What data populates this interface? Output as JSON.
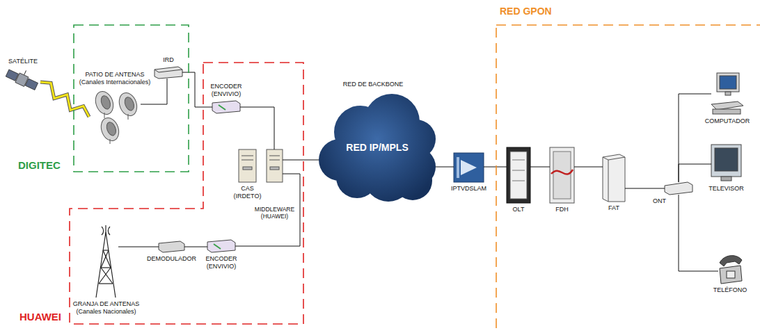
{
  "diagram": {
    "nodes": [
      {
        "text": [
          "SATÉLITE"
        ]
      },
      {
        "text": [
          "DIGITEC"
        ]
      },
      {
        "text": [
          "PATIO DE ANTENAS (Canales Internacionales)"
        ],
        "in": 1
      },
      {
        "text": [
          "IRD"
        ],
        "in": 1
      },
      {
        "text": [
          "HUAWEI"
        ]
      },
      {
        "text": [
          "ENCODER (ENVIVIO)"
        ],
        "in": 4
      },
      {
        "text": [
          "CAS (IRDETO)"
        ],
        "in": 4
      },
      {
        "text": [
          "MIDDLEWARE (HUAWEI)"
        ],
        "in": 4
      },
      {
        "text": [
          "GRANJA DE ANTENAS (Canales Nacionales)"
        ],
        "in": 4
      },
      {
        "text": [
          "DEMODULADOR"
        ],
        "in": 4
      },
      {
        "text": [
          "ENCODER (ENVIVIO)"
        ],
        "in": 4
      },
      {
        "text": [
          "RED DE BACKBONE",
          "RED IP/MPLS"
        ]
      },
      {
        "text": [
          "IPTVDSLAM"
        ]
      },
      {
        "text": [
          "RED GPON"
        ]
      },
      {
        "text": [
          "OLT"
        ],
        "in": 13
      },
      {
        "text": [
          "FDH"
        ],
        "in": 13
      },
      {
        "text": [
          "FAT"
        ],
        "in": 13
      },
      {
        "text": [
          "ONT"
        ],
        "in": 13
      },
      {
        "text": [
          "COMPUTADOR"
        ],
        "in": 13
      },
      {
        "text": [
          "TELEVISOR"
        ],
        "in": 13
      },
      {
        "text": [
          "TELÉFONO"
        ],
        "in": 13
      }
    ],
    "edges": [
      {
        "from": 0,
        "to": 2,
        "arrow": "none"
      },
      {
        "from": 2,
        "to": 3,
        "arrow": "none"
      },
      {
        "from": 3,
        "to": 5,
        "arrow": "none"
      },
      {
        "from": 5,
        "to": 7,
        "arrow": "none"
      },
      {
        "from": 7,
        "to": 11,
        "arrow": "none"
      },
      {
        "from": 8,
        "to": 9,
        "arrow": "none"
      },
      {
        "from": 9,
        "to": 10,
        "arrow": "none"
      },
      {
        "from": 10,
        "to": 7,
        "arrow": "none"
      },
      {
        "from": 11,
        "to": 12,
        "arrow": "none"
      },
      {
        "from": 12,
        "to": 14,
        "arrow": "none"
      },
      {
        "from": 14,
        "to": 15,
        "arrow": "none"
      },
      {
        "from": 15,
        "to": 16,
        "arrow": "none"
      },
      {
        "from": 16,
        "to": 17,
        "arrow": "none"
      },
      {
        "from": 17,
        "to": 18,
        "arrow": "none"
      },
      {
        "from": 17,
        "to": 19,
        "arrow": "none"
      },
      {
        "from": 17,
        "to": 20,
        "arrow": "none"
      }
    ]
  }
}
